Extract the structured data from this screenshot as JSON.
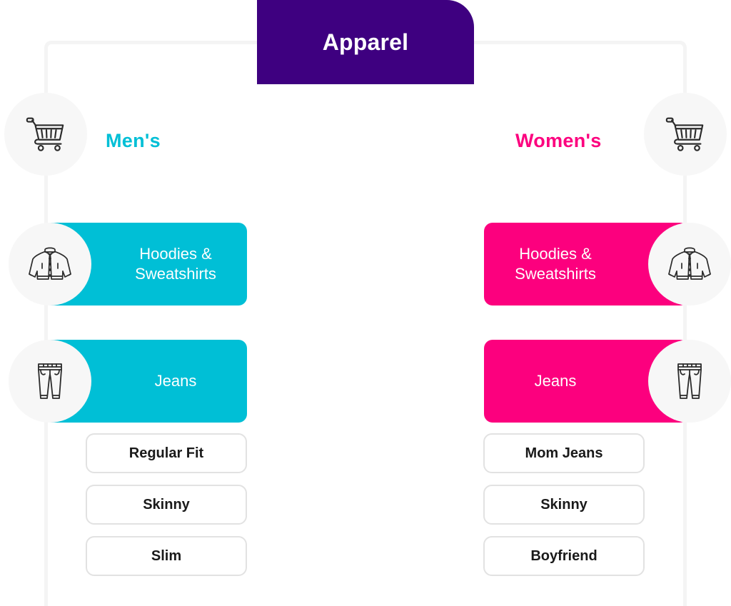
{
  "diagram": {
    "root": {
      "label": "Apparel",
      "color": "#3e0080"
    },
    "colors": {
      "men_accent": "#00bfd6",
      "women_accent": "#fc007e",
      "root_purple": "#3e0080",
      "connector": "#f4f4f4",
      "circle_fill": "#f7f7f7",
      "chip_border": "#e2e2e2",
      "chip_text": "#1a1a1a"
    },
    "branches": [
      {
        "side": "left",
        "label": "Men's",
        "accent": "#00bfd6",
        "icon": "shopping-cart-icon",
        "categories": [
          {
            "label": "Hoodies & Sweatshirts",
            "line_1": "Hoodies &",
            "line_2": "Sweatshirts",
            "icon": "jacket-icon",
            "children": []
          },
          {
            "label": "Jeans",
            "icon": "jeans-icon",
            "children": [
              "Regular Fit",
              "Skinny",
              "Slim"
            ]
          }
        ]
      },
      {
        "side": "right",
        "label": "Women's",
        "accent": "#fc007e",
        "icon": "shopping-cart-icon",
        "categories": [
          {
            "label": "Hoodies & Sweatshirts",
            "line_1": "Hoodies &",
            "line_2": "Sweatshirts",
            "icon": "jacket-icon",
            "children": []
          },
          {
            "label": "Jeans",
            "icon": "jeans-icon",
            "children": [
              "Mom Jeans",
              "Skinny",
              "Boyfriend"
            ]
          }
        ]
      }
    ]
  }
}
